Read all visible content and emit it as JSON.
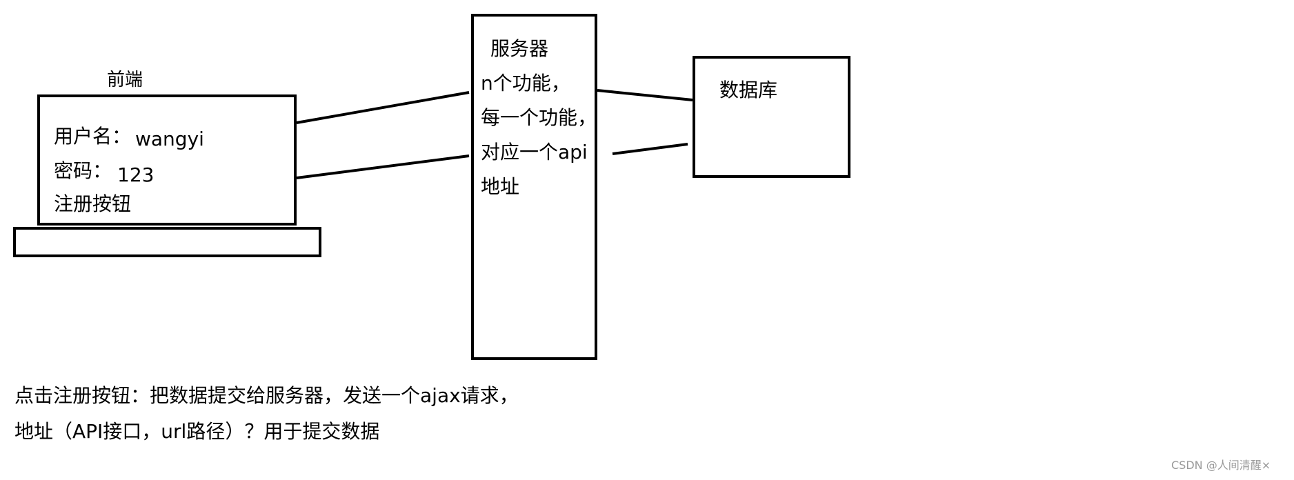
{
  "frontend": {
    "title": "前端",
    "username_label": "用户名：",
    "username_value": "wangyi",
    "password_label": "密码：",
    "password_value": "123",
    "register_button": "注册按钮"
  },
  "server": {
    "title": "服务器",
    "line1": "n个功能，",
    "line2": "每一个功能，",
    "line3": "对应一个api",
    "line4": "地址"
  },
  "database": {
    "title": "数据库"
  },
  "notes": {
    "line1": "点击注册按钮：把数据提交给服务器，发送一个ajax请求，",
    "line2": "地址（API接口，url路径）？用于提交数据"
  },
  "watermark": "CSDN @人间清醒×"
}
